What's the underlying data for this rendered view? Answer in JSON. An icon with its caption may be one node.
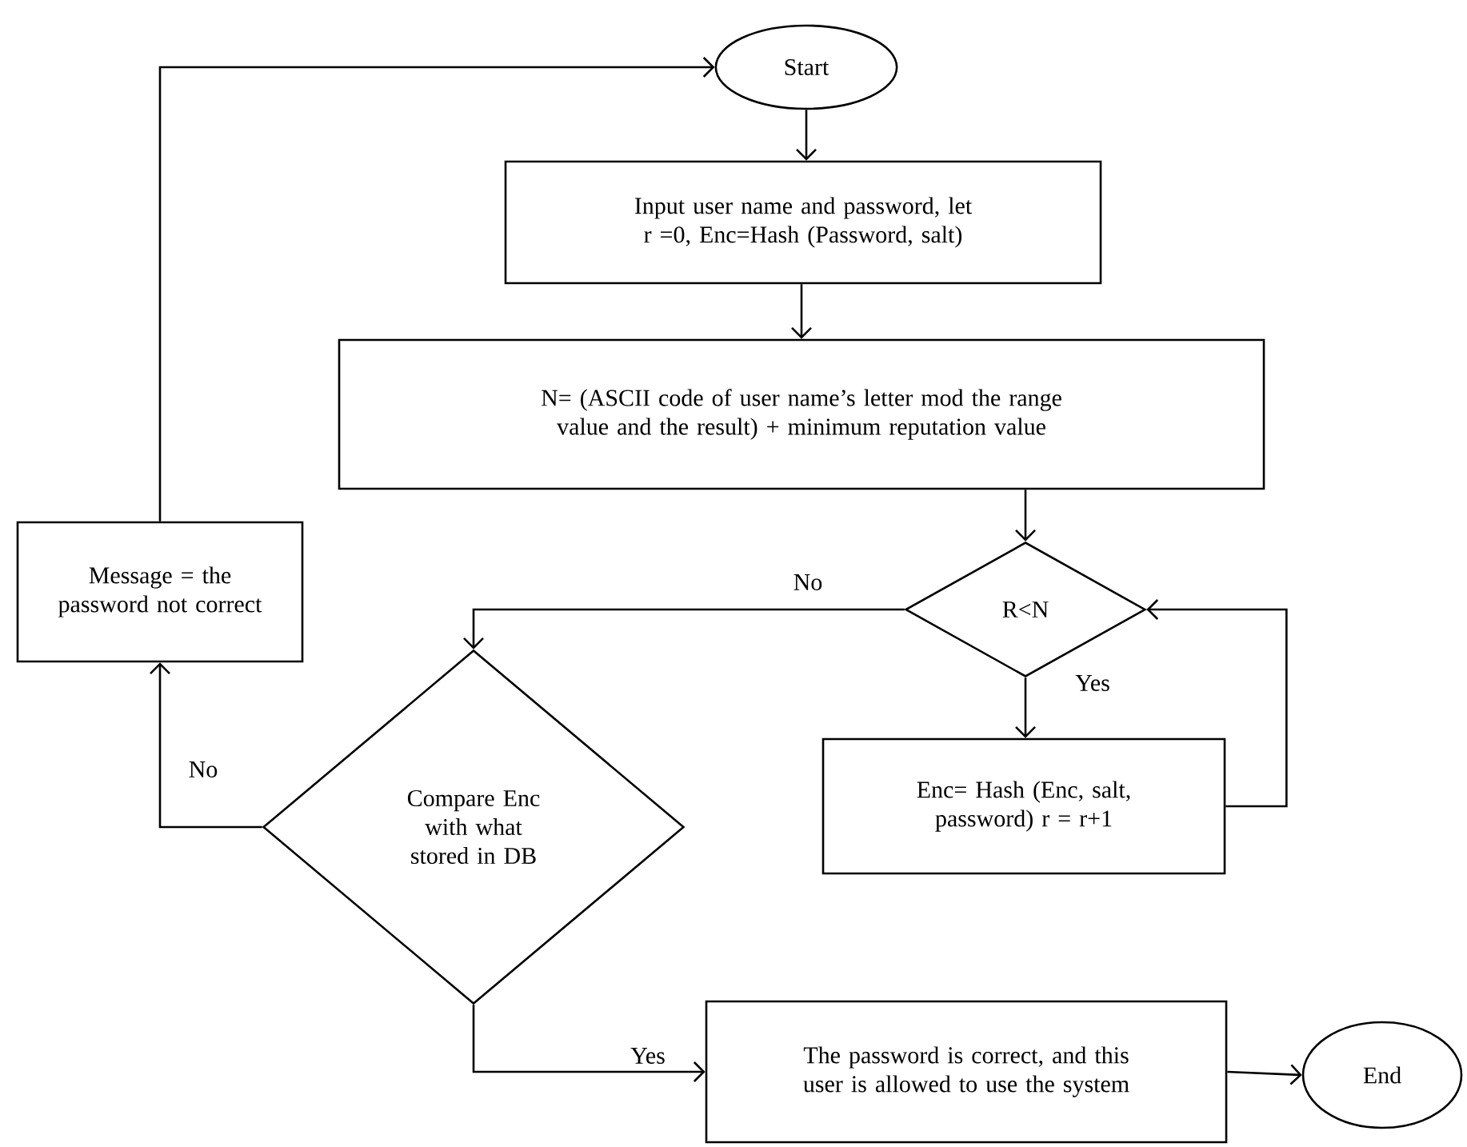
{
  "diagram": {
    "nodes": [
      {
        "text": [
          "Start"
        ]
      },
      {
        "text": [
          "Input user name and password, let r =0, Enc=Hash (Password, salt)"
        ]
      },
      {
        "text": [
          "N= (ASCII code of user name’s letter mod the range value and the result) + minimum reputation value"
        ]
      },
      {
        "text": [
          "Message = the password not correct"
        ]
      },
      {
        "text": [
          "R<N"
        ]
      },
      {
        "text": [
          "Compare Enc with what stored in DB"
        ]
      },
      {
        "text": [
          "Enc= Hash (Enc, salt, password) r = r+1"
        ]
      },
      {
        "text": [
          "The password is correct, and this user is allowed to use the system"
        ]
      },
      {
        "text": [
          "End"
        ]
      }
    ],
    "edges": [
      {
        "from": 0,
        "to": 1,
        "arrow": "to"
      },
      {
        "from": 1,
        "to": 2,
        "arrow": "to"
      },
      {
        "from": 2,
        "to": 4,
        "arrow": "to"
      },
      {
        "from": 4,
        "to": 5,
        "arrow": "to",
        "label": "No"
      },
      {
        "from": 4,
        "to": 6,
        "arrow": "to",
        "label": "Yes"
      },
      {
        "from": 6,
        "to": 4,
        "arrow": "to"
      },
      {
        "from": 5,
        "to": 3,
        "arrow": "to",
        "label": "No"
      },
      {
        "from": 3,
        "to": 0,
        "arrow": "to"
      },
      {
        "from": 5,
        "to": 7,
        "arrow": "to",
        "label": "Yes"
      },
      {
        "from": 7,
        "to": 8,
        "arrow": "to"
      }
    ]
  }
}
